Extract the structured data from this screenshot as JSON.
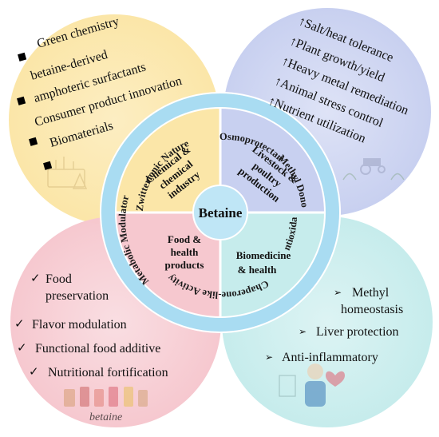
{
  "center": {
    "title": "Betaine"
  },
  "quadrants": {
    "chemical": [
      "Chemical &",
      "chemical",
      "industry"
    ],
    "livestock": [
      "Livestock &",
      "poultry",
      "production"
    ],
    "food": [
      "Food &",
      "health",
      "products"
    ],
    "biomedicine": [
      "Biomedicine",
      "& health"
    ]
  },
  "properties": {
    "zwitterionic": "Zwitterionic Nature",
    "osmoprotectant": "Osmoprotectant",
    "methyl_donor": "Methyl Donor",
    "antioxidant": "Antioxidant",
    "chaperone": "Chaperone-like Activity",
    "metabolic": "Metabolic Modulator"
  },
  "chemical_items": [
    "Green chemistry",
    "betaine-derived",
    "amphoteric surfactants",
    "Consumer product innovation",
    "Biomaterials"
  ],
  "agri_items": [
    "↑Salt/heat tolerance",
    "↑Plant growth/yield",
    "↑Heavy metal remediation",
    "↑Animal stress control",
    "↑Nutrient utilization"
  ],
  "food_items": [
    "Food",
    "preservation",
    "Flavor modulation",
    "Functional food additive",
    "Nutritional fortification"
  ],
  "bio_items": [
    "Methyl",
    "homeostasis",
    "Liver protection",
    "Anti-inflammatory"
  ],
  "watermark": "betaine",
  "colors": {
    "tl": "#fbe6a8",
    "tr": "#c8d0f0",
    "bl": "#f6c8cf",
    "br": "#c6ecec",
    "ring": "#a9dcf2",
    "center": "#bfe6f6"
  }
}
